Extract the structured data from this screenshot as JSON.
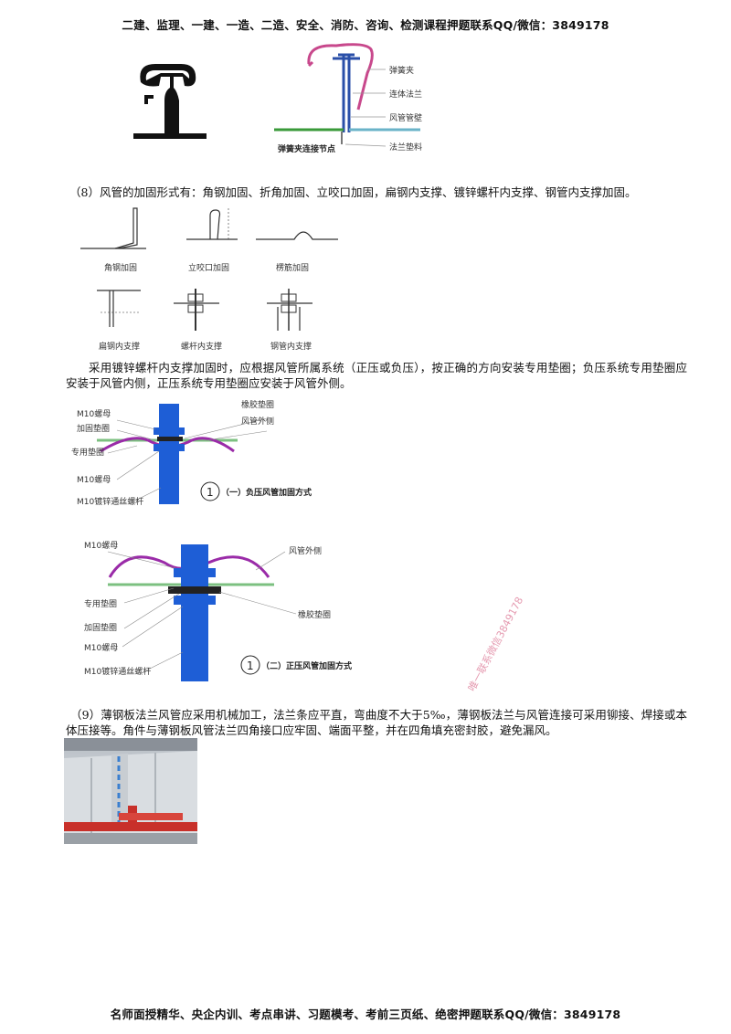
{
  "header": {
    "text": "二建、监理、一建、一造、二造、安全、消防、咨询、检测课程押题联系QQ/微信：3849178"
  },
  "fig_spring_clip": {
    "labels": [
      "弹簧夹",
      "连体法兰",
      "风管管壁",
      "法兰垫料"
    ],
    "title": "弹簧夹连接节点"
  },
  "para8": {
    "text": "（8）风管的加固形式有：角钢加固、折角加固、立咬口加固，扁钢内支撑、镀锌螺杆内支撑、钢管内支撑加固。"
  },
  "reinforce_figs": {
    "row1": [
      "角钢加固",
      "立咬口加固",
      "楞筋加固"
    ],
    "row2": [
      "扁钢内支撑",
      "螺杆内支撑",
      "钢管内支撑"
    ]
  },
  "para_screw": {
    "text": "采用镀锌螺杆内支撑加固时，应根据风管所属系统（正压或负压），按正确的方向安装专用垫圈；负压系统专用垫圈应安装于风管内侧，正压系统专用垫圈应安装于风管外侧。"
  },
  "fig_negative": {
    "labels_left": [
      "M10螺母",
      "加固垫圈",
      "专用垫圈",
      "M10螺母",
      "M10镀锌通丝螺杆"
    ],
    "labels_right": [
      "橡胶垫圈",
      "风管外侧"
    ],
    "number": "1",
    "title": "（一）负压风管加固方式"
  },
  "fig_positive": {
    "labels_left": [
      "M10螺母",
      "专用垫圈",
      "加固垫圈",
      "M10螺母",
      "M10镀锌通丝螺杆"
    ],
    "labels_right": [
      "风管外侧",
      "橡胶垫圈"
    ],
    "number": "1",
    "title": "（二）正压风管加固方式"
  },
  "para9": {
    "text": "（9）薄钢板法兰风管应采用机械加工，法兰条应平直，弯曲度不大于5‰，薄钢板法兰与风管连接可采用铆接、焊接或本体压接等。角件与薄钢板风管法兰四角接口应牢固、端面平整，并在四角填充密封胶，避免漏风。"
  },
  "watermark": {
    "text": "唯一联系微信3849178"
  },
  "footer": {
    "text": "名师面授精华、央企内训、考点串讲、习题模考、考前三页纸、绝密押题联系QQ/微信：3849178"
  }
}
